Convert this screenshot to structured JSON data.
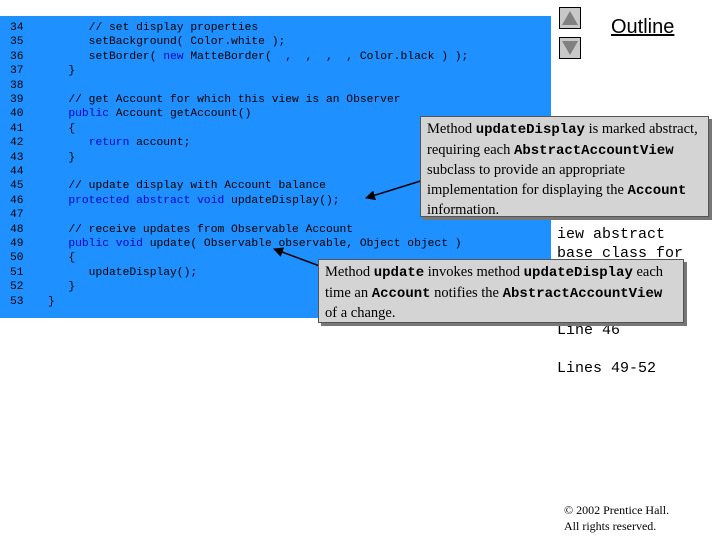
{
  "slide": {
    "outline_label": "Outline",
    "copyright_line1": "© 2002 Prentice Hall.",
    "copyright_line2": "All rights reserved."
  },
  "code_lines": [
    {
      "num": "34",
      "segs": [
        {
          "t": "      // set display properties",
          "c": "cm"
        }
      ]
    },
    {
      "num": "35",
      "segs": [
        {
          "t": "      setBackground( Color.white );",
          "c": ""
        }
      ]
    },
    {
      "num": "36",
      "segs": [
        {
          "t": "      setBorder( ",
          "c": ""
        },
        {
          "t": "new",
          "c": "kw"
        },
        {
          "t": " MatteBorder(  ,  ,  ,  , Color.black ) );",
          "c": ""
        }
      ]
    },
    {
      "num": "37",
      "segs": [
        {
          "t": "   }",
          "c": ""
        }
      ]
    },
    {
      "num": "38",
      "segs": [
        {
          "t": "",
          "c": ""
        }
      ]
    },
    {
      "num": "39",
      "segs": [
        {
          "t": "   // get Account for which this view is an Observer",
          "c": "cm"
        }
      ]
    },
    {
      "num": "40",
      "segs": [
        {
          "t": "   ",
          "c": ""
        },
        {
          "t": "public",
          "c": "kw"
        },
        {
          "t": " Account getAccount()",
          "c": ""
        }
      ]
    },
    {
      "num": "41",
      "segs": [
        {
          "t": "   {",
          "c": ""
        }
      ]
    },
    {
      "num": "42",
      "segs": [
        {
          "t": "      ",
          "c": ""
        },
        {
          "t": "return",
          "c": "kw"
        },
        {
          "t": " account;",
          "c": ""
        }
      ]
    },
    {
      "num": "43",
      "segs": [
        {
          "t": "   }",
          "c": ""
        }
      ]
    },
    {
      "num": "44",
      "segs": [
        {
          "t": "",
          "c": ""
        }
      ]
    },
    {
      "num": "45",
      "segs": [
        {
          "t": "   // update display with Account balance",
          "c": "cm"
        }
      ]
    },
    {
      "num": "46",
      "segs": [
        {
          "t": "   ",
          "c": ""
        },
        {
          "t": "protected abstract void",
          "c": "kw"
        },
        {
          "t": " updateDisplay();",
          "c": ""
        }
      ]
    },
    {
      "num": "47",
      "segs": [
        {
          "t": "",
          "c": ""
        }
      ]
    },
    {
      "num": "48",
      "segs": [
        {
          "t": "   // receive updates from Observable Account",
          "c": "cm"
        }
      ]
    },
    {
      "num": "49",
      "segs": [
        {
          "t": "   ",
          "c": ""
        },
        {
          "t": "public void",
          "c": "kw"
        },
        {
          "t": " update( Observable observable, Object object )",
          "c": ""
        }
      ]
    },
    {
      "num": "50",
      "segs": [
        {
          "t": "   {",
          "c": ""
        }
      ]
    },
    {
      "num": "51",
      "segs": [
        {
          "t": "      updateDisplay();",
          "c": ""
        }
      ]
    },
    {
      "num": "52",
      "segs": [
        {
          "t": "   }",
          "c": ""
        }
      ]
    },
    {
      "num": "53",
      "segs": [
        {
          "t": "}",
          "c": ""
        }
      ]
    }
  ],
  "side_notes": {
    "line1": "iew abstract",
    "line2": "base class for",
    "line3": "Line 46",
    "line4": "Lines 49-52",
    "edge_mark": "r"
  },
  "callout1": {
    "p1": "Method ",
    "c1": "updateDisplay",
    "p2": " is marked abstract, requiring each ",
    "c2": "AbstractAccountView",
    "p3": " subclass to provide an appropriate implementation for displaying the ",
    "c3": "Account",
    "p4": " information."
  },
  "callout2": {
    "p1": "Method ",
    "c1": "update",
    "p2": " invokes method ",
    "c2": "updateDisplay",
    "p3": " each time an ",
    "c3": "Account",
    "p4": " notifies the ",
    "c4": "AbstractAccountView",
    "p5": " of a change."
  },
  "colors": {
    "code_bg": "#1e90ff",
    "keyword": "#0000cc",
    "callout_bg": "#d4d4d4"
  },
  "icons": {
    "prev": "triangle-up-icon",
    "next": "triangle-down-icon"
  }
}
